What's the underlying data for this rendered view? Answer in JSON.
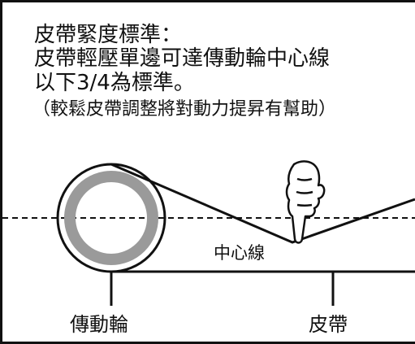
{
  "text": {
    "line1": "皮帶緊度標準：",
    "line2": "皮帶輕壓單邊可達傳動輪中心線",
    "line3": "以下3/4為標準。",
    "line4": "（較鬆皮帶調整將對動力提昇有幫助）"
  },
  "labels": {
    "centerline": "中心線",
    "pulley": "傳動輪",
    "belt": "皮帶"
  },
  "colors": {
    "line": "#111111",
    "pulley_ring": "#9a9a9a",
    "background": "#ffffff"
  },
  "icons": {
    "hand": "pressing-hand-icon"
  }
}
